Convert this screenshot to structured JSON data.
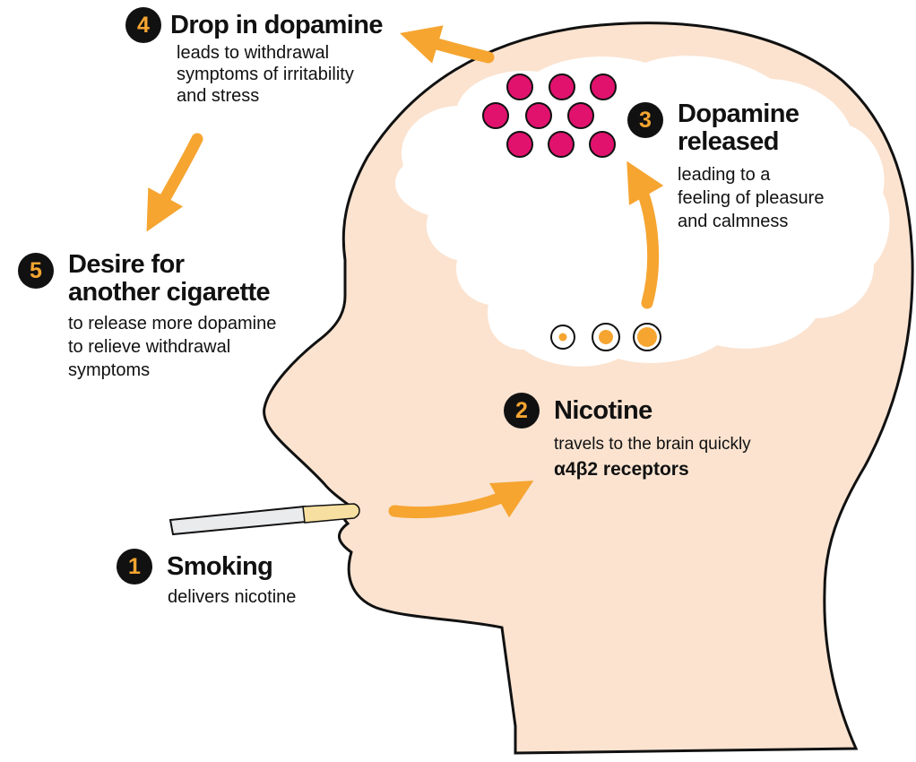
{
  "colors": {
    "head_fill": "#fbe3d0",
    "head_outline": "#111111",
    "brain_fill": "#ffffff",
    "arrow": "#f6a531",
    "dopamine_dot": "#e0126e",
    "badge_bg": "#111111",
    "badge_text": "#f6a531"
  },
  "steps": {
    "smoking": {
      "num": "1",
      "title": "Smoking",
      "desc": "delivers nicotine"
    },
    "nicotine": {
      "num": "2",
      "title": "Nicotine",
      "desc": "travels to the brain quickly",
      "receptors": "α4β2 receptors"
    },
    "released": {
      "num": "3",
      "title": "Dopamine\nreleased",
      "desc": "leading to a\nfeeling of pleasure\nand calmness"
    },
    "drop": {
      "num": "4",
      "title": "Drop in dopamine",
      "desc": "leads to withdrawal\nsymptoms of irritability\nand stress"
    },
    "desire": {
      "num": "5",
      "title": "Desire for\nanother cigarette",
      "desc": "to release more dopamine\nto relieve withdrawal\nsymptoms"
    }
  }
}
